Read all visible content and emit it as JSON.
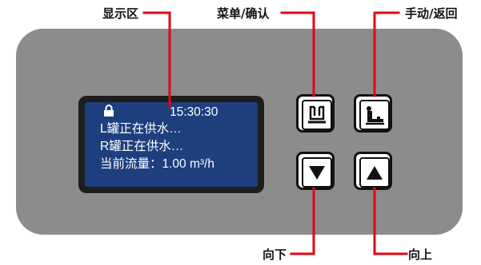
{
  "callouts": {
    "display": "显示区",
    "menu_confirm": "菜单/确认",
    "manual_back": "手动/返回",
    "down": "向下",
    "up": "向上"
  },
  "lcd": {
    "time": "15:30:30",
    "lines": [
      "L罐正在供水…",
      "R罐正在供水…",
      "当前流量：1.00 m³/h"
    ]
  },
  "colors": {
    "callout_line": "#e30613",
    "panel": "#8c8c8c",
    "lcd_bg": "#1e3f7e"
  },
  "icons": {
    "menu_confirm": "enter-icon",
    "manual_back": "manual-return-icon",
    "down": "triangle-down-icon",
    "up": "triangle-up-icon",
    "lock": "lock-icon"
  }
}
